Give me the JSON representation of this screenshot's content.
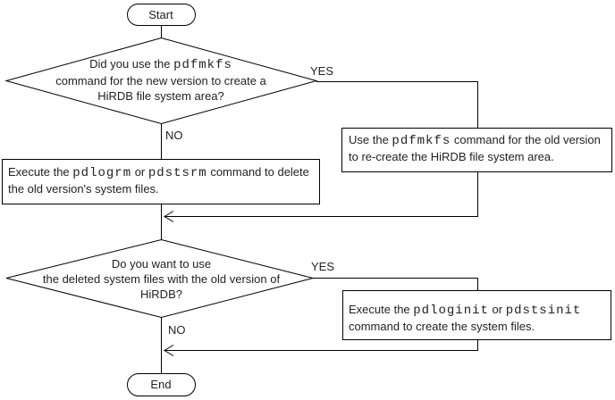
{
  "colors": {
    "background": "#ffffff",
    "line": "#000000",
    "text": "#222222"
  },
  "flowchart": {
    "start": {
      "label": "Start"
    },
    "decision1": {
      "line1_text": "Did you use the ",
      "line1_cmd": "pdfmkfs",
      "line2": "command for the new version to create a",
      "line3": "HiRDB file system area?",
      "yes_label": "YES",
      "no_label": "NO"
    },
    "process_recreate": {
      "line1_pre": "Use the ",
      "line1_cmd": "pdfmkfs",
      "line1_post": " command for the old version",
      "line2": "to re-create the HiRDB file system area."
    },
    "process_delete": {
      "line1_pre": "Execute the ",
      "line1_cmd1": "pdlogrm",
      "line1_mid": " or ",
      "line1_cmd2": "pdstsrm",
      "line1_post": " command to delete",
      "line2": "the old version's system files."
    },
    "decision2": {
      "line1": "Do you want to use",
      "line2": "the deleted system files with the old version of",
      "line3": "HiRDB?",
      "yes_label": "YES",
      "no_label": "NO"
    },
    "process_init": {
      "line1_pre": "Execute the ",
      "line1_cmd1": "pdloginit",
      "line1_mid": " or ",
      "line1_cmd2": "pdstsinit",
      "line2": "command to create the system files."
    },
    "end": {
      "label": "End"
    }
  }
}
